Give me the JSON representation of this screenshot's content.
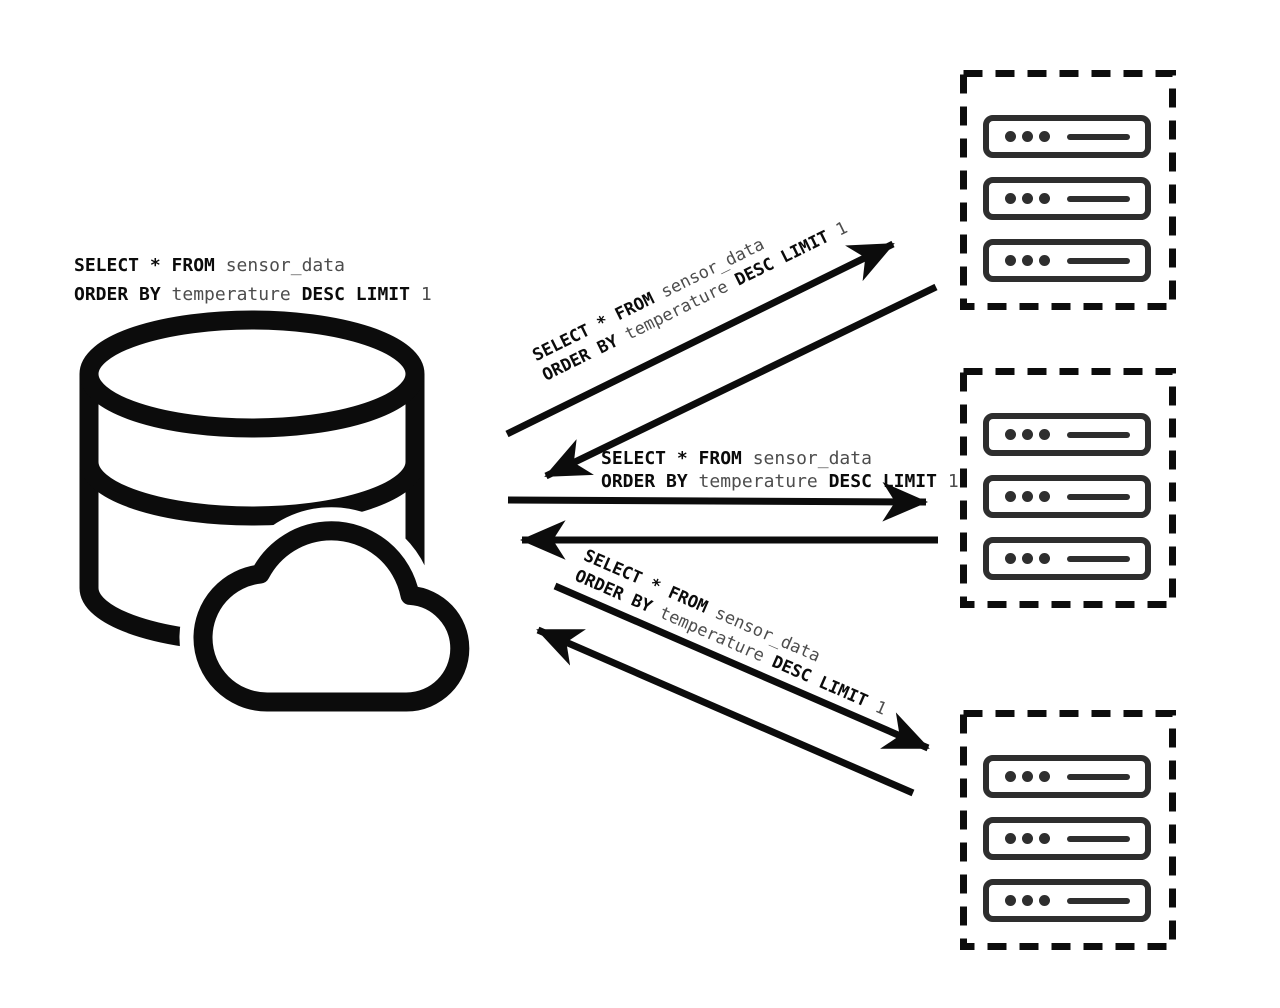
{
  "diagram": {
    "title": "cloud database fan-out query to server clusters",
    "query": {
      "kw_select_from": "SELECT * FROM ",
      "table": "sensor_data",
      "kw_order_by": "ORDER BY ",
      "column": "temperature ",
      "kw_desc_limit": "DESC LIMIT ",
      "limit": "1"
    },
    "colors": {
      "ink": "#0c0c0c",
      "muted_text": "#4d4d4d",
      "server_stroke": "#2e2e2e",
      "background": "#ffffff"
    },
    "database": {
      "icon": "cloud-database-icon"
    },
    "clusters": [
      {
        "id": "cluster-1",
        "icon": "server-rack-icon",
        "server_count": 3
      },
      {
        "id": "cluster-2",
        "icon": "server-rack-icon",
        "server_count": 3
      },
      {
        "id": "cluster-3",
        "icon": "server-rack-icon",
        "server_count": 3
      }
    ],
    "arrows": [
      {
        "id": "query-to-cluster-1",
        "from": "database",
        "to": "cluster-1",
        "labeled": true
      },
      {
        "id": "response-from-cluster-1",
        "from": "cluster-1",
        "to": "database",
        "labeled": false
      },
      {
        "id": "query-to-cluster-2",
        "from": "database",
        "to": "cluster-2",
        "labeled": true
      },
      {
        "id": "response-from-cluster-2",
        "from": "cluster-2",
        "to": "database",
        "labeled": false
      },
      {
        "id": "query-to-cluster-3",
        "from": "database",
        "to": "cluster-3",
        "labeled": true
      },
      {
        "id": "response-from-cluster-3",
        "from": "cluster-3",
        "to": "database",
        "labeled": false
      }
    ]
  }
}
